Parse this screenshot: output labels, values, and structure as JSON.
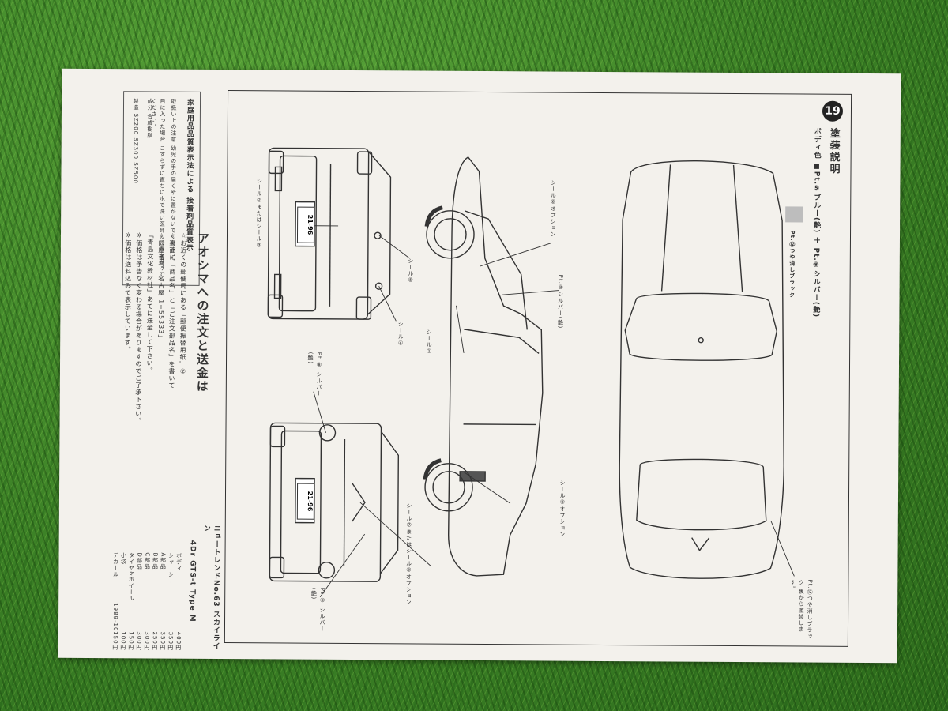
{
  "header": {
    "step_number": "19",
    "title": "塗装説明",
    "body_color": "ボディ色 ■Pt.⑤ブルー(艶) ＋ Pt.⑧シルバー(艶)",
    "swatch_note": "Pt.⑫つや消しブラック"
  },
  "callouts": {
    "seal_2_or_3": "シール②またはシール③",
    "seal_5": "シール⑤",
    "seal_4": "シール④",
    "seal_6_option": "シール⑥オプション",
    "silver_top": "Pt.⑧シルバー(艶)",
    "seal_1": "シール①",
    "seal_9_option": "シール⑨オプション",
    "seal_7_or_8_option": "シール⑦またはシール⑧オプション",
    "rear_silver_a": "Pt.⑧ シルバー(艶)",
    "rear_silver_b": "Pt.⑧ シルバー(艶)",
    "roof_black_note": "Pt.⑫つや消しブラック 裏から塗装します。",
    "plate_front": "21-96",
    "plate_rear": "21-96"
  },
  "order_info": {
    "heading": "アオシマへの注文と送金は",
    "lines": [
      "☆お近くの郵便局にある「郵便振替用紙」②",
      "☆裏面に「商品名」と「ご注文部品名」を書いて",
      "☆口座番号「名古屋 1−55333」",
      "「青島文化教材社」あてに送金して下さい。",
      "※価格は予告なく変わる場合がありますのでご了承下さい。",
      "※価格は送料込みで表示しています。"
    ]
  },
  "product": {
    "series": "ニュートレンドNo.63 スカイライン",
    "model": "4Dr GTS-t Type M",
    "parts": [
      {
        "name": "ボディー",
        "price": "400円"
      },
      {
        "name": "シャーシー",
        "price": "350円"
      },
      {
        "name": "A部品",
        "price": "350円"
      },
      {
        "name": "B部品",
        "price": "250円"
      },
      {
        "name": "C部品",
        "price": "300円"
      },
      {
        "name": "D部品",
        "price": "300円"
      },
      {
        "name": "タイヤ&ホイール",
        "price": "150円"
      },
      {
        "name": "小袋",
        "price": "100円"
      },
      {
        "name": "デカール",
        "price": "150円"
      }
    ],
    "date": "1989-10"
  },
  "notice_box": {
    "title": "家庭用品品質表示法による 接着剤品質表示",
    "lines": [
      "取扱い上の注意 幼児の手の届く所に置かないでください。",
      "目に入った場合 こすらずに直ちに水で洗い医師の診察を受けてください。",
      "成分 合成樹脂",
      "製造 SZ200 SZ300 SZ500"
    ]
  },
  "colors": {
    "paper": "#f3f1ec",
    "ink": "#333333",
    "grass": "#3f8a2a"
  }
}
